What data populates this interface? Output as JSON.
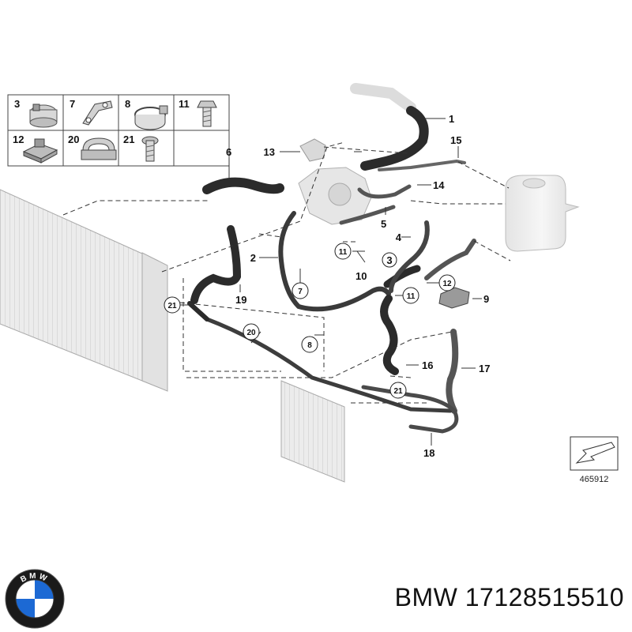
{
  "legend": {
    "cells": [
      "3",
      "7",
      "8",
      "11",
      "12",
      "20",
      "21"
    ]
  },
  "callouts": {
    "c1": "1",
    "c2": "2",
    "c3": "3",
    "c4": "4",
    "c5": "5",
    "c6": "6",
    "c7": "7",
    "c8": "8",
    "c9": "9",
    "c10": "10",
    "c11a": "11",
    "c11b": "11",
    "c12": "12",
    "c13": "13",
    "c14": "14",
    "c15": "15",
    "c16": "16",
    "c17": "17",
    "c18": "18",
    "c19": "19",
    "c20": "20",
    "c21a": "21",
    "c21b": "21"
  },
  "reference_number": "465912",
  "footer": {
    "brand_text": "BMW 17128515510",
    "logo_letters": "BMW"
  },
  "colors": {
    "hose": "#2b2b2b",
    "hose_highlight": "#5a5a5a",
    "component_fill": "#e9e9e9",
    "component_stroke": "#9a9a9a",
    "logo_blue": "#1c69d4"
  }
}
